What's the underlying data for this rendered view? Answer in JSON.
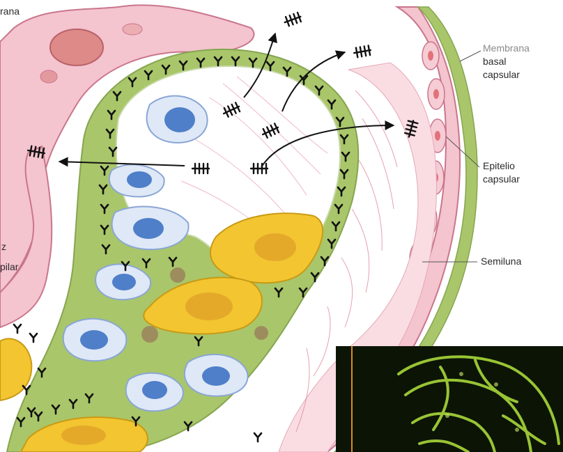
{
  "labels": {
    "cut_top_left": "rana",
    "cut_left_1": "z",
    "cut_left_2": "pilar",
    "membrane_1": "Membrana",
    "membrane_2": "basal",
    "membrane_3": "capsular",
    "epithelium_1": "Epitelio",
    "epithelium_2": "capsular",
    "crescent": "Semiluna"
  },
  "colors": {
    "tissue_pink": "#f4c4cf",
    "tissue_edge": "#c9768d",
    "basement_green": "#a9c66a",
    "nucleus_blue": "#4f7fc9",
    "yellow_cell": "#f2c531",
    "inset_bg": "#0c1406",
    "inset_fluor": "#a8d83a",
    "inset_line": "#e08a20"
  },
  "icons": {
    "immune_complex": "antibody-y-icon",
    "antigen": "antigen-tick-icon",
    "arrow": "arrow-icon"
  }
}
